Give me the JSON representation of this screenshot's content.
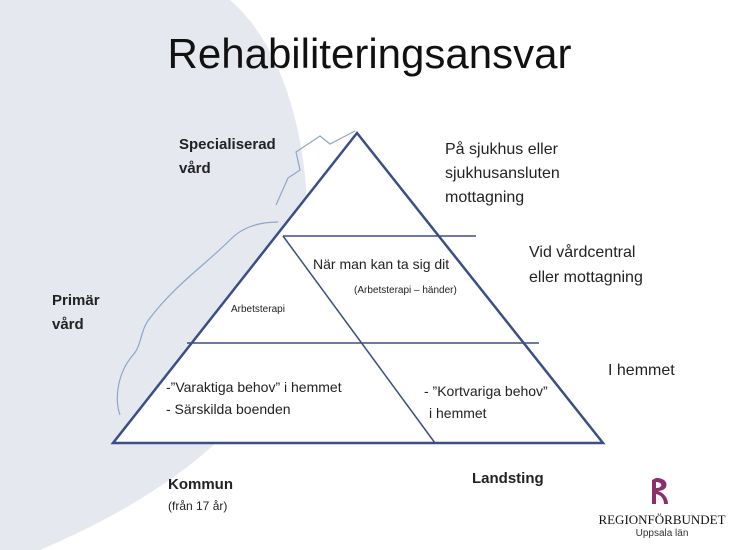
{
  "title": "Rehabiliteringsansvar",
  "left_labels": {
    "specialiserad": [
      "Specialiserad",
      "vård"
    ],
    "primar": [
      "Primär",
      "vård"
    ]
  },
  "right_labels": {
    "sjukhus": [
      "På sjukhus eller",
      "sjukhusansluten",
      "mottagning"
    ],
    "vardcentral": [
      "Vid vårdcentral",
      "eller mottagning"
    ],
    "hemmet": "I hemmet"
  },
  "pyramid": {
    "middle_heading": "När man kan ta sig dit",
    "middle_sub": "(Arbetsterapi – händer)",
    "middle_left": "Arbetsterapi",
    "bottom_left": [
      "-”Varaktiga behov” i hemmet",
      "- Särskilda boenden"
    ],
    "bottom_right": [
      "- ”Kortvariga behov”",
      "i hemmet"
    ]
  },
  "bottom_labels": {
    "kommun": "Kommun",
    "kommun_sub": "(från 17 år)",
    "landsting": "Landsting"
  },
  "logo": {
    "name": "REGIONFÖRBUNDET",
    "sub": "Uppsala län"
  },
  "colors": {
    "pyramid_line": "#3b4f86",
    "brace_line": "#8ea6cc",
    "background_swoosh": "#e6e8ef",
    "logo_mark": "#8b2f6b"
  }
}
